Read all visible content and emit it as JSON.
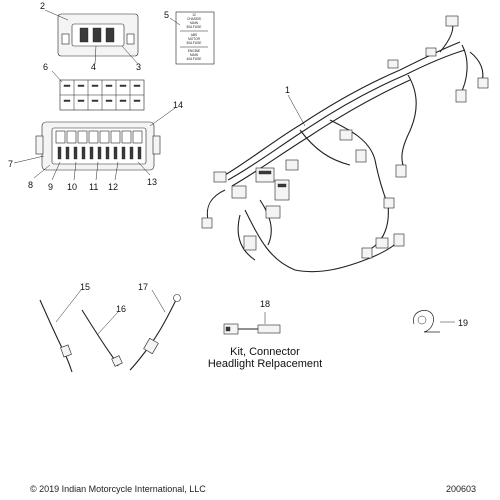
{
  "callouts": {
    "c1": "1",
    "c2": "2",
    "c3": "3",
    "c4": "4",
    "c5": "5",
    "c6": "6",
    "c7": "7",
    "c8": "8",
    "c9": "9",
    "c10": "10",
    "c11": "11",
    "c12": "12",
    "c13": "13",
    "c14": "14",
    "c15": "15",
    "c16": "16",
    "c17": "17",
    "c18": "18",
    "c19": "19"
  },
  "fuse_label": {
    "l1": "12",
    "l2": "CHASSIS",
    "l3": "MAIN",
    "l4": "50A FUSE",
    "l5": "ABS",
    "l6": "MOTOR",
    "l7": "50A FUSE",
    "l8": "ENGINE",
    "l9": "MAIN",
    "l10": "40A FUSE"
  },
  "kit_caption": {
    "line1": "Kit, Connector",
    "line2": "Headlight Relpacement"
  },
  "footer": {
    "copyright": "© 2019 Indian Motorcycle International, LLC",
    "figure_code": "200603"
  }
}
